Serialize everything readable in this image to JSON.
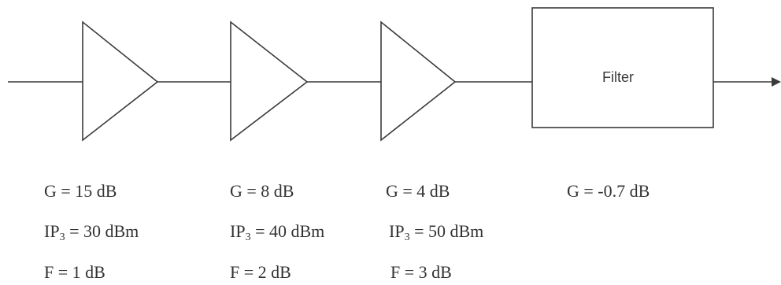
{
  "filter": {
    "label": "Filter"
  },
  "stages": [
    {
      "g": "G = 15 dB",
      "ip3_value": " = 30 dBm",
      "f": "F = 1 dB"
    },
    {
      "g": "G = 8 dB",
      "ip3_value": " = 40 dBm",
      "f": "F = 2 dB"
    },
    {
      "g": "G = 4 dB",
      "ip3_value": " = 50 dBm",
      "f": "F = 3 dB"
    },
    {
      "g": "G = -0.7 dB"
    }
  ],
  "ip3_symbol": {
    "base": "IP",
    "sub": "3"
  }
}
